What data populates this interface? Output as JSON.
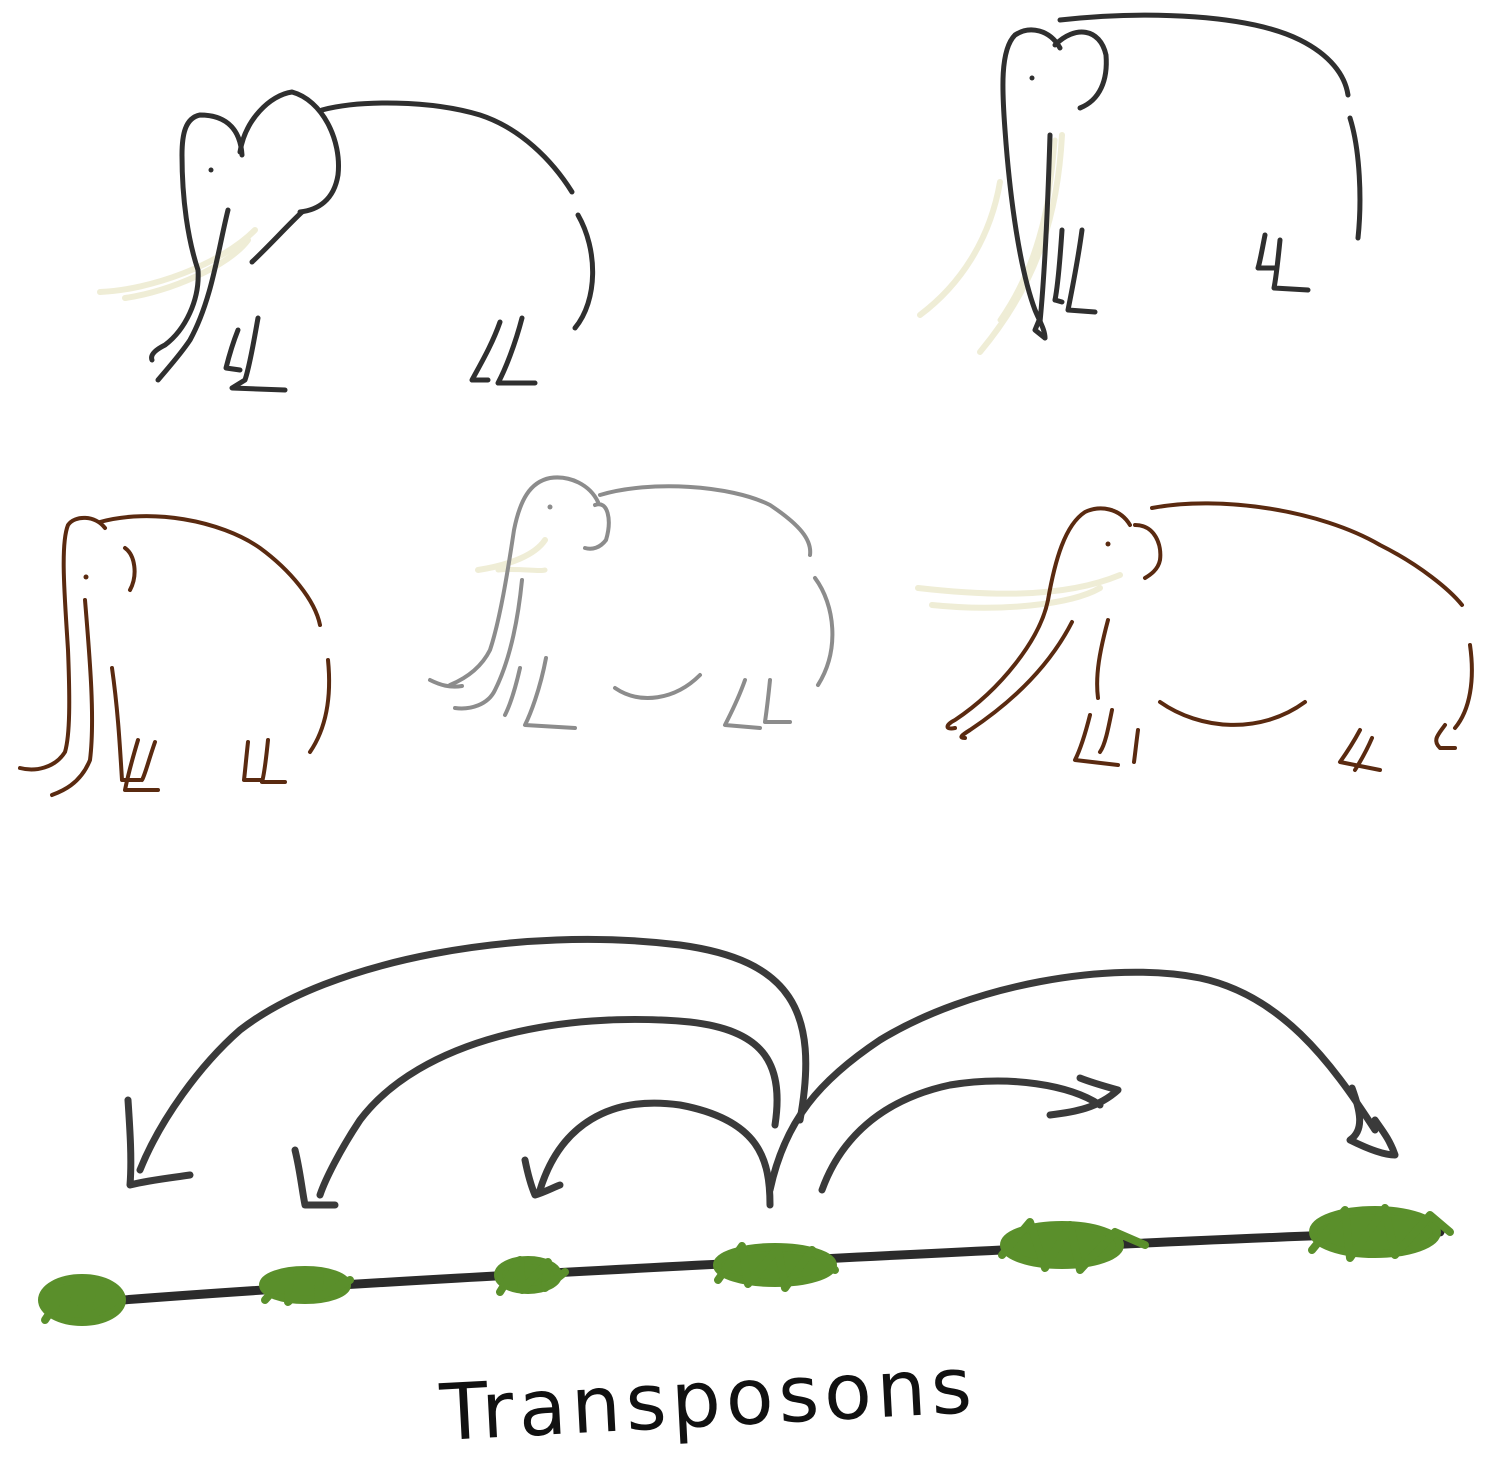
{
  "caption": "Transposons",
  "colors": {
    "black_ink": "#2f2f2f",
    "gray_ink": "#8c8c8c",
    "brown_ink": "#5a2a10",
    "tusk": "#efedd6",
    "transposon_green": "#5a8f2b",
    "dna_line": "#2b2b2b",
    "arrow_ink": "#3a3a3a"
  },
  "mammoths": [
    {
      "name": "mammoth-1",
      "ink": "black"
    },
    {
      "name": "mammoth-2",
      "ink": "black"
    },
    {
      "name": "mammoth-3",
      "ink": "brown"
    },
    {
      "name": "mammoth-4",
      "ink": "gray"
    },
    {
      "name": "mammoth-5",
      "ink": "brown"
    }
  ],
  "transposon_count": 6,
  "jump_arrow_count": 5
}
